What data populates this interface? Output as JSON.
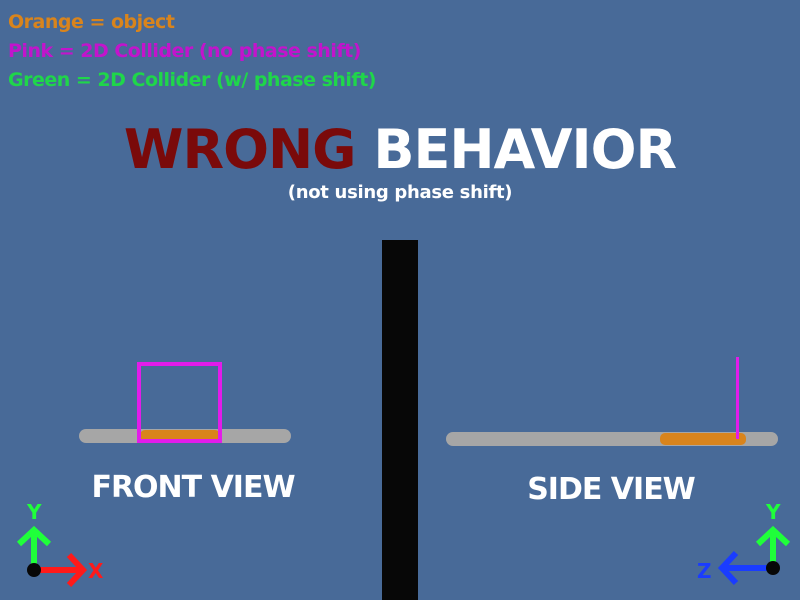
{
  "legend": {
    "object": {
      "text": "Orange = object",
      "color": "#d9841c"
    },
    "collider_no_shift": {
      "text": "Pink = 2D Collider (no phase shift)",
      "color": "#c214cc"
    },
    "collider_shift": {
      "text": "Green = 2D Collider (w/ phase shift)",
      "color": "#1fd64a"
    }
  },
  "title": {
    "wrong": "WRONG",
    "behavior": "BEHAVIOR"
  },
  "subtitle": "(not using phase shift)",
  "front_view": {
    "label": "FRONT VIEW"
  },
  "side_view": {
    "label": "SIDE VIEW"
  },
  "axes": {
    "front": {
      "y": "Y",
      "x": "X"
    },
    "side": {
      "y": "Y",
      "z": "Z"
    }
  },
  "colors": {
    "background": "#486a98",
    "platform": "#a6a6a6",
    "object": "#d9841c",
    "collider": "#e21cea",
    "axis_x": "#ff1a1a",
    "axis_y": "#1fff3a",
    "axis_z": "#1a3cff",
    "divider": "#070707"
  }
}
